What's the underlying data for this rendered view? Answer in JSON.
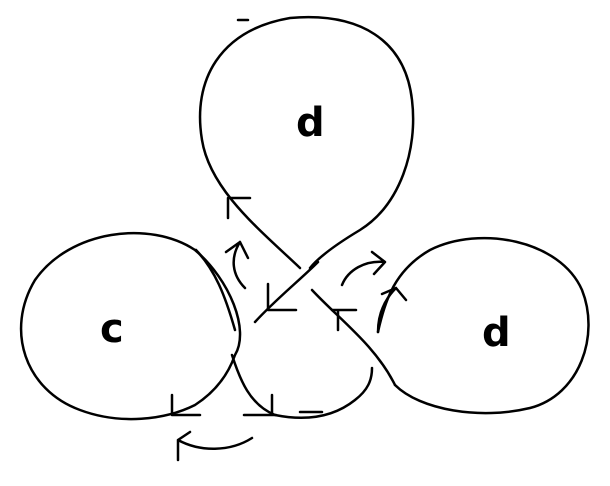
{
  "labels": {
    "top": "d",
    "left": "c",
    "right": "d"
  },
  "colors": {
    "stroke": "#000000",
    "background": "#ffffff"
  }
}
